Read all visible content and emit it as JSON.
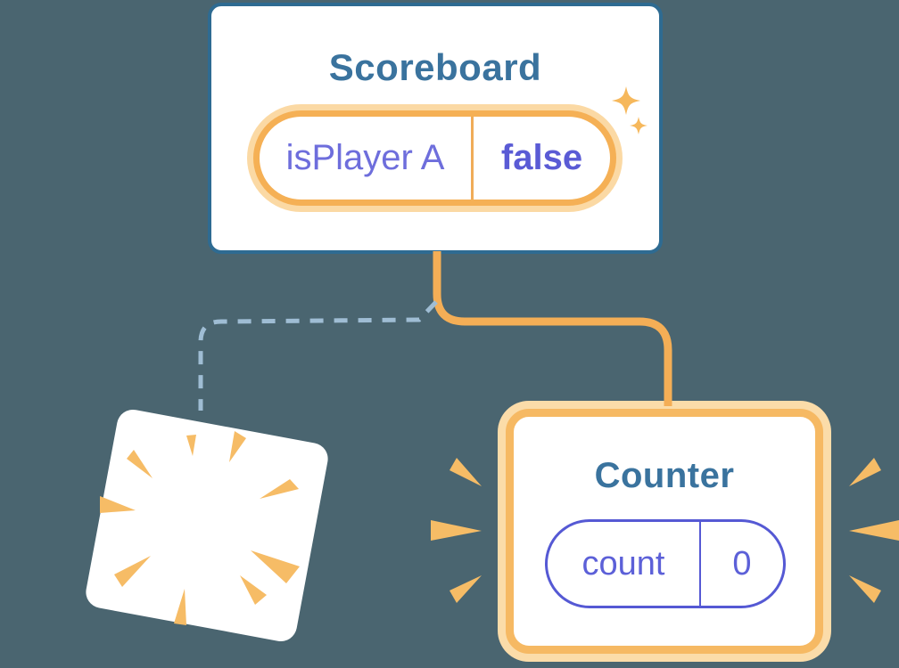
{
  "diagram": {
    "description": "Component tree state diagram",
    "scoreboard": {
      "title": "Scoreboard",
      "state": {
        "key": "isPlayer A",
        "value": "false"
      }
    },
    "counter": {
      "title": "Counter",
      "state": {
        "key": "count",
        "value": "0"
      }
    },
    "connectors": {
      "solid_connector": "scoreboard-to-counter",
      "dashed_connector": "scoreboard-to-destroyed-card"
    },
    "icons": [
      "sparkles-icon",
      "burst-rays-icon",
      "emphasis-rays-left-icon",
      "emphasis-rays-right-icon"
    ],
    "colors": {
      "background": "#4A6570",
      "card_fill": "#FFFFFF",
      "card_border_blue": "#2E6B92",
      "title_blue": "#3A739E",
      "pill_orange": "#F5B055",
      "pill_orange_glow": "#FBD9A4",
      "counter_border_orange": "#F6B963",
      "counter_glow": "#FBDCA9",
      "connector_orange": "#F4AE56",
      "ray_orange": "#F6BC66",
      "dash_blue": "#9FBDD4",
      "state_key_indigo": "#6E6EDC",
      "state_value_indigo": "#5A5BD5",
      "count_indigo": "#5C60D8",
      "count_pill_border": "#5559D4",
      "divider_orange": "#F0AC58"
    }
  }
}
